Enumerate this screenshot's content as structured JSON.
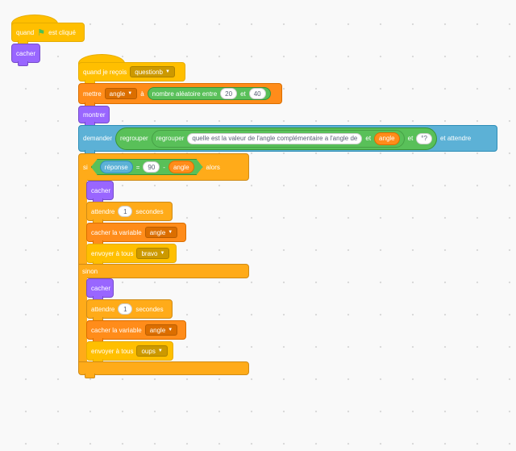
{
  "script1": {
    "when_label": "quand",
    "flag_icon": "green-flag-icon",
    "clicked_label": "est cliqué",
    "hide_label": "cacher"
  },
  "script2": {
    "receive_label": "quand je reçois",
    "receive_message": "questionb",
    "set_label": "mettre",
    "set_var": "angle",
    "set_to": "à",
    "random_label": "nombre aléatoire entre",
    "random_from": "20",
    "random_and": "et",
    "random_to": "40",
    "show_label": "montrer",
    "ask_label": "demander",
    "join_outer": "regrouper",
    "join_inner": "regrouper",
    "question_text": "quelle est la valeur de l'angle complémentaire a l'angle de",
    "join_inner_and": "et",
    "angle_reporter": "angle",
    "join_outer_and": "et",
    "suffix_text": "°?",
    "ask_wait": "et attendre",
    "if_label": "si",
    "answer_reporter": "réponse",
    "equals": "=",
    "ninety": "90",
    "minus": "-",
    "angle_reporter2": "angle",
    "then_label": "alors",
    "then_branch": {
      "hide": "cacher",
      "wait_label": "attendre",
      "wait_value": "1",
      "wait_unit": "secondes",
      "hide_var_label": "cacher la variable",
      "hide_var": "angle",
      "broadcast_label": "envoyer à tous",
      "broadcast_msg": "bravo"
    },
    "else_label": "sinon",
    "else_branch": {
      "hide": "cacher",
      "wait_label": "attendre",
      "wait_value": "1",
      "wait_unit": "secondes",
      "hide_var_label": "cacher la variable",
      "hide_var": "angle",
      "broadcast_label": "envoyer à tous",
      "broadcast_msg": "oups"
    }
  },
  "colors": {
    "events": "#ffbf00",
    "looks": "#9966ff",
    "variables": "#ff8c1a",
    "sensing": "#5cb1d6",
    "control": "#ffab19",
    "operators": "#59c059"
  }
}
